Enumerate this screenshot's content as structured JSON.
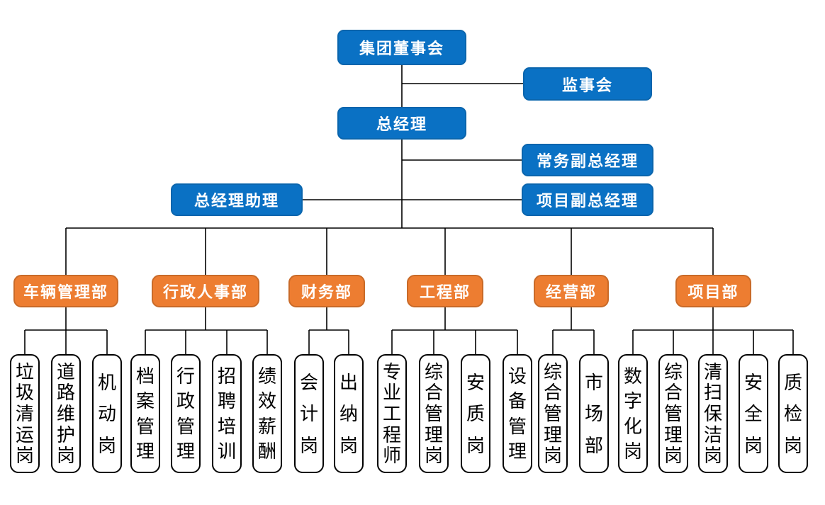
{
  "colors": {
    "executive_box_fill": "#0a71c4",
    "department_box_fill": "#ed7d31",
    "department_box_border": "#c96a28",
    "position_box_fill": "#ffffff",
    "position_box_border": "#000000",
    "connector": "#000000",
    "executive_text": "#ffffff",
    "department_text": "#ffffff",
    "position_text": "#000000",
    "background": "#ffffff"
  },
  "executives": {
    "board": "集团董事会",
    "supervisory": "监事会",
    "general_manager": "总经理",
    "executive_deputy_gm": "常务副总经理",
    "gm_assistant": "总经理助理",
    "project_deputy_gm": "项目副总经理"
  },
  "departments": [
    {
      "label": "车辆管理部",
      "positions": [
        "垃圾清运岗",
        "道路维护岗",
        "机动岗"
      ]
    },
    {
      "label": "行政人事部",
      "positions": [
        "档案管理",
        "行政管理",
        "招聘培训",
        "绩效薪酬"
      ]
    },
    {
      "label": "财务部",
      "positions": [
        "会计岗",
        "出纳岗"
      ]
    },
    {
      "label": "工程部",
      "positions": [
        "专业工程师",
        "综合管理岗",
        "安质岗",
        "设备管理"
      ]
    },
    {
      "label": "经营部",
      "positions": [
        "综合管理岗",
        "市场部"
      ]
    },
    {
      "label": "项目部",
      "positions": [
        "数字化岗",
        "综合管理岗",
        "清扫保洁岗",
        "安全岗",
        "质检岗"
      ]
    }
  ]
}
